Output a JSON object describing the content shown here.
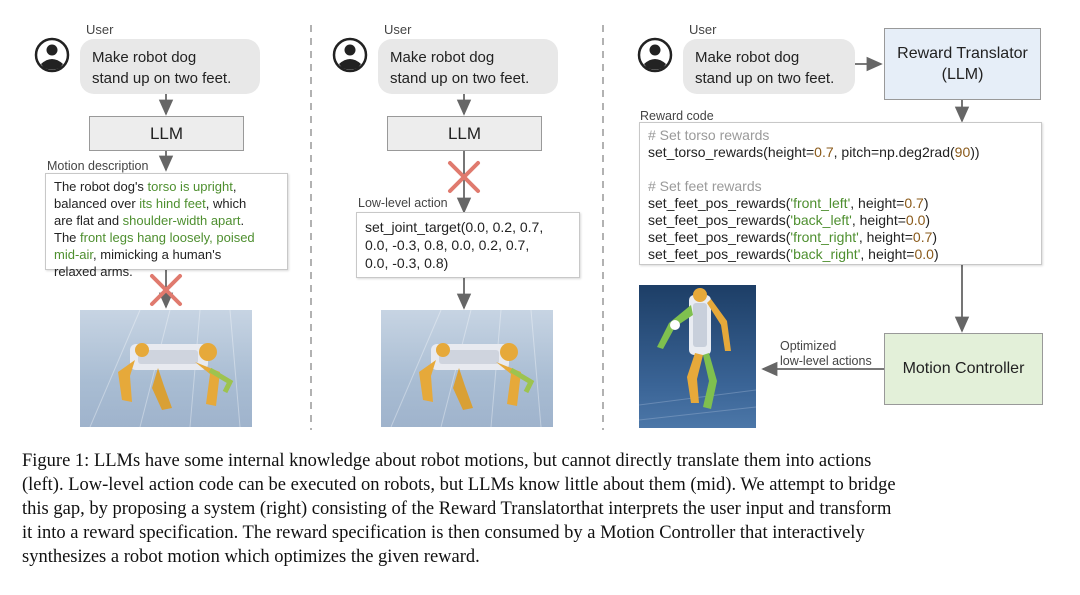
{
  "panels": {
    "left": {
      "user_label": "User",
      "user_text_line1": "Make robot dog",
      "user_text_line2": "stand up on two feet.",
      "llm_label": "LLM",
      "motion_label": "Motion description",
      "motion_text": {
        "l1a": "The robot dog's ",
        "l1b": "torso is upright",
        "l1c": ",",
        "l2a": "balanced over ",
        "l2b": "its hind feet",
        "l2c": ", which",
        "l3a": "are flat and ",
        "l3b": "shoulder-width apart",
        "l3c": ".",
        "l4a": "The ",
        "l4b": "front legs hang loosely, poised",
        "l5a": "mid-air",
        "l5b": ", mimicking a human's",
        "l6": "relaxed arms."
      }
    },
    "mid": {
      "user_label": "User",
      "user_text_line1": "Make robot dog",
      "user_text_line2": "stand up on two feet.",
      "llm_label": "LLM",
      "action_label": "Low-level action",
      "action_line1": "set_joint_target(0.0, 0.2, 0.7,",
      "action_line2": "0.0, -0.3, 0.8, 0.0, 0.2, 0.7,",
      "action_line3": "0.0, -0.3, 0.8)"
    },
    "right": {
      "user_label": "User",
      "user_text_line1": "Make robot dog",
      "user_text_line2": "stand up on two feet.",
      "translator_line1": "Reward Translator",
      "translator_line2": "(LLM)",
      "reward_code_label": "Reward code",
      "code": {
        "c1": "# Set torso rewards",
        "t1a": "set_torso_rewards(height=",
        "t1b": "0.7",
        "t1c": ", pitch=np.deg2rad(",
        "t1d": "90",
        "t1e": "))",
        "c2": "# Set feet rewards",
        "f1a": "set_feet_pos_rewards(",
        "f1b": "'front_left'",
        "f1c": ", height=",
        "f1d": "0.7",
        "f1e": ")",
        "f2a": "set_feet_pos_rewards(",
        "f2b": "'back_left'",
        "f2c": ", height=",
        "f2d": "0.0",
        "f2e": ")",
        "f3a": "set_feet_pos_rewards(",
        "f3b": "'front_right'",
        "f3c": ", height=",
        "f3d": "0.7",
        "f3e": ")",
        "f4a": "set_feet_pos_rewards(",
        "f4b": "'back_right'",
        "f4c": ", height=",
        "f4d": "0.0",
        "f4e": ")"
      },
      "optimized_line1": "Optimized",
      "optimized_line2": "low-level actions",
      "controller_label": "Motion Controller"
    }
  },
  "caption": {
    "l1": "Figure 1: LLMs have some internal knowledge about robot motions, but cannot directly translate them into actions",
    "l2": "(left). Low-level action code can be executed on robots, but LLMs know little about them (mid). We attempt to bridge",
    "l3": "this gap, by proposing a system (right) consisting of the Reward Translatorthat interprets the user input and transform",
    "l4": "it into a reward specification. The reward specification is then consumed by a Motion Controller that interactively",
    "l5": "synthesizes a robot motion which optimizes the given reward."
  },
  "colors": {
    "accent_green": "#4e8f2f",
    "cross_red": "#e07a6e",
    "translator_bg": "#e6eef8",
    "controller_bg": "#e3f0d9"
  }
}
